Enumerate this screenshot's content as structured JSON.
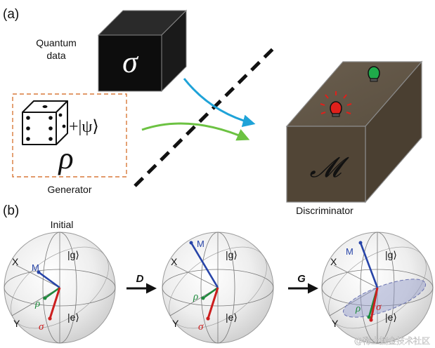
{
  "panel_a": {
    "label": "(a)",
    "quantum_data_label_1": "Quantum",
    "quantum_data_label_2": "data",
    "sigma_symbol": "σ",
    "generator_label": "Generator",
    "generator_formula": "+|ψ⟩",
    "rho_symbol": "ρ",
    "discriminator_label": "Discriminator",
    "measurement_symbol": "𝓜",
    "colors": {
      "blue_arrow": "#1fa3d8",
      "green_arrow": "#6cc242",
      "red_bulb": "#e0201b",
      "green_bulb": "#1faa4a",
      "box": "#514536"
    }
  },
  "panel_b": {
    "label": "(b)",
    "initial_label": "Initial",
    "step_d": "D",
    "step_g": "G",
    "spheres": [
      {
        "x_axis": "X",
        "y_axis": "Y",
        "north": "|g⟩",
        "south": "|e⟩",
        "m": "M",
        "rho": "ρ",
        "sigma": "σ"
      },
      {
        "x_axis": "X",
        "y_axis": "Y",
        "north": "|g⟩",
        "south": "|e⟩",
        "m": "M",
        "rho": "ρ",
        "sigma": "σ"
      },
      {
        "x_axis": "X",
        "y_axis": "Y",
        "north": "|g⟩",
        "south": "|e⟩",
        "m": "M",
        "rho": "ρ",
        "sigma": "σ"
      }
    ],
    "watermark": "@稀土掘金技术社区"
  }
}
